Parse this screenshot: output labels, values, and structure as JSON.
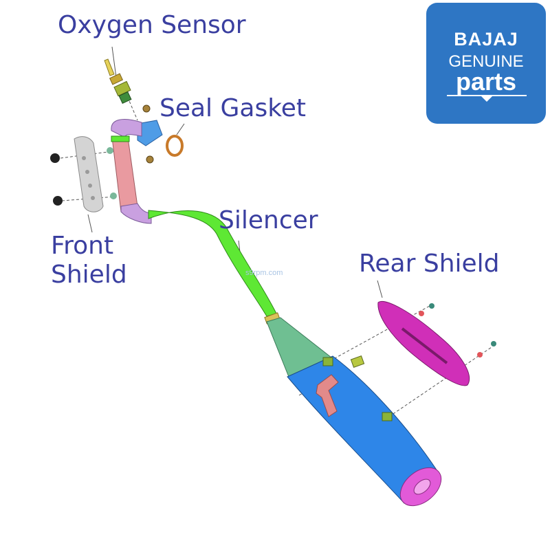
{
  "labels": {
    "oxygen_sensor": "Oxygen Sensor",
    "seal_gasket": "Seal Gasket",
    "silencer": "Silencer",
    "rear_shield": "Rear Shield",
    "front_shield_line1": "Front",
    "front_shield_line2": "Shield"
  },
  "logo": {
    "brand": "BAJAJ",
    "line1": "GENUINE",
    "line2": "parts",
    "color": "#2e76c4"
  },
  "watermark": "s9rpm.com",
  "colors": {
    "label": "#3a3fa0",
    "pipe_green": "#5ee834",
    "muffler_blue": "#2e86e8",
    "cone_green": "#6fbf92",
    "header_pink": "#e99aa0",
    "elbow_violet": "#c9a0e0",
    "rear_shield_magenta": "#d02fb8",
    "front_shield_gray": "#d4d4d4"
  }
}
